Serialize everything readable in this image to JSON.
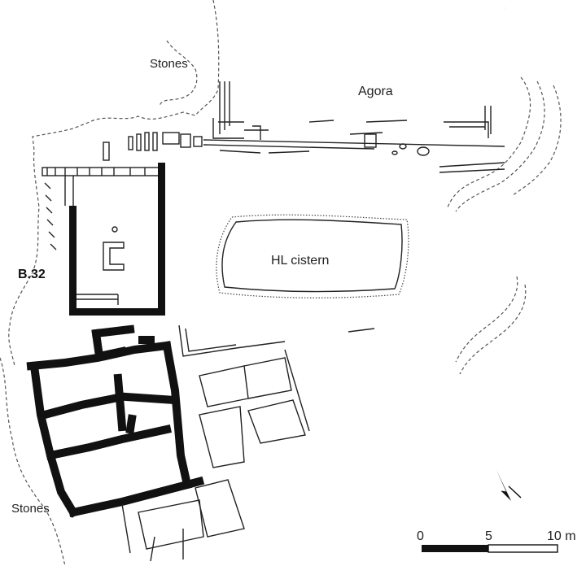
{
  "labels": {
    "stones_top": "Stones",
    "agora": "Agora",
    "hl_cistern": "HL cistern",
    "b32": "B.32",
    "stones_bottom": "Stones"
  },
  "scale_bar": {
    "tick_0": "0",
    "tick_5": "5",
    "tick_10": "10 m"
  },
  "north_arrow": {
    "icon": "north-arrow-icon"
  }
}
